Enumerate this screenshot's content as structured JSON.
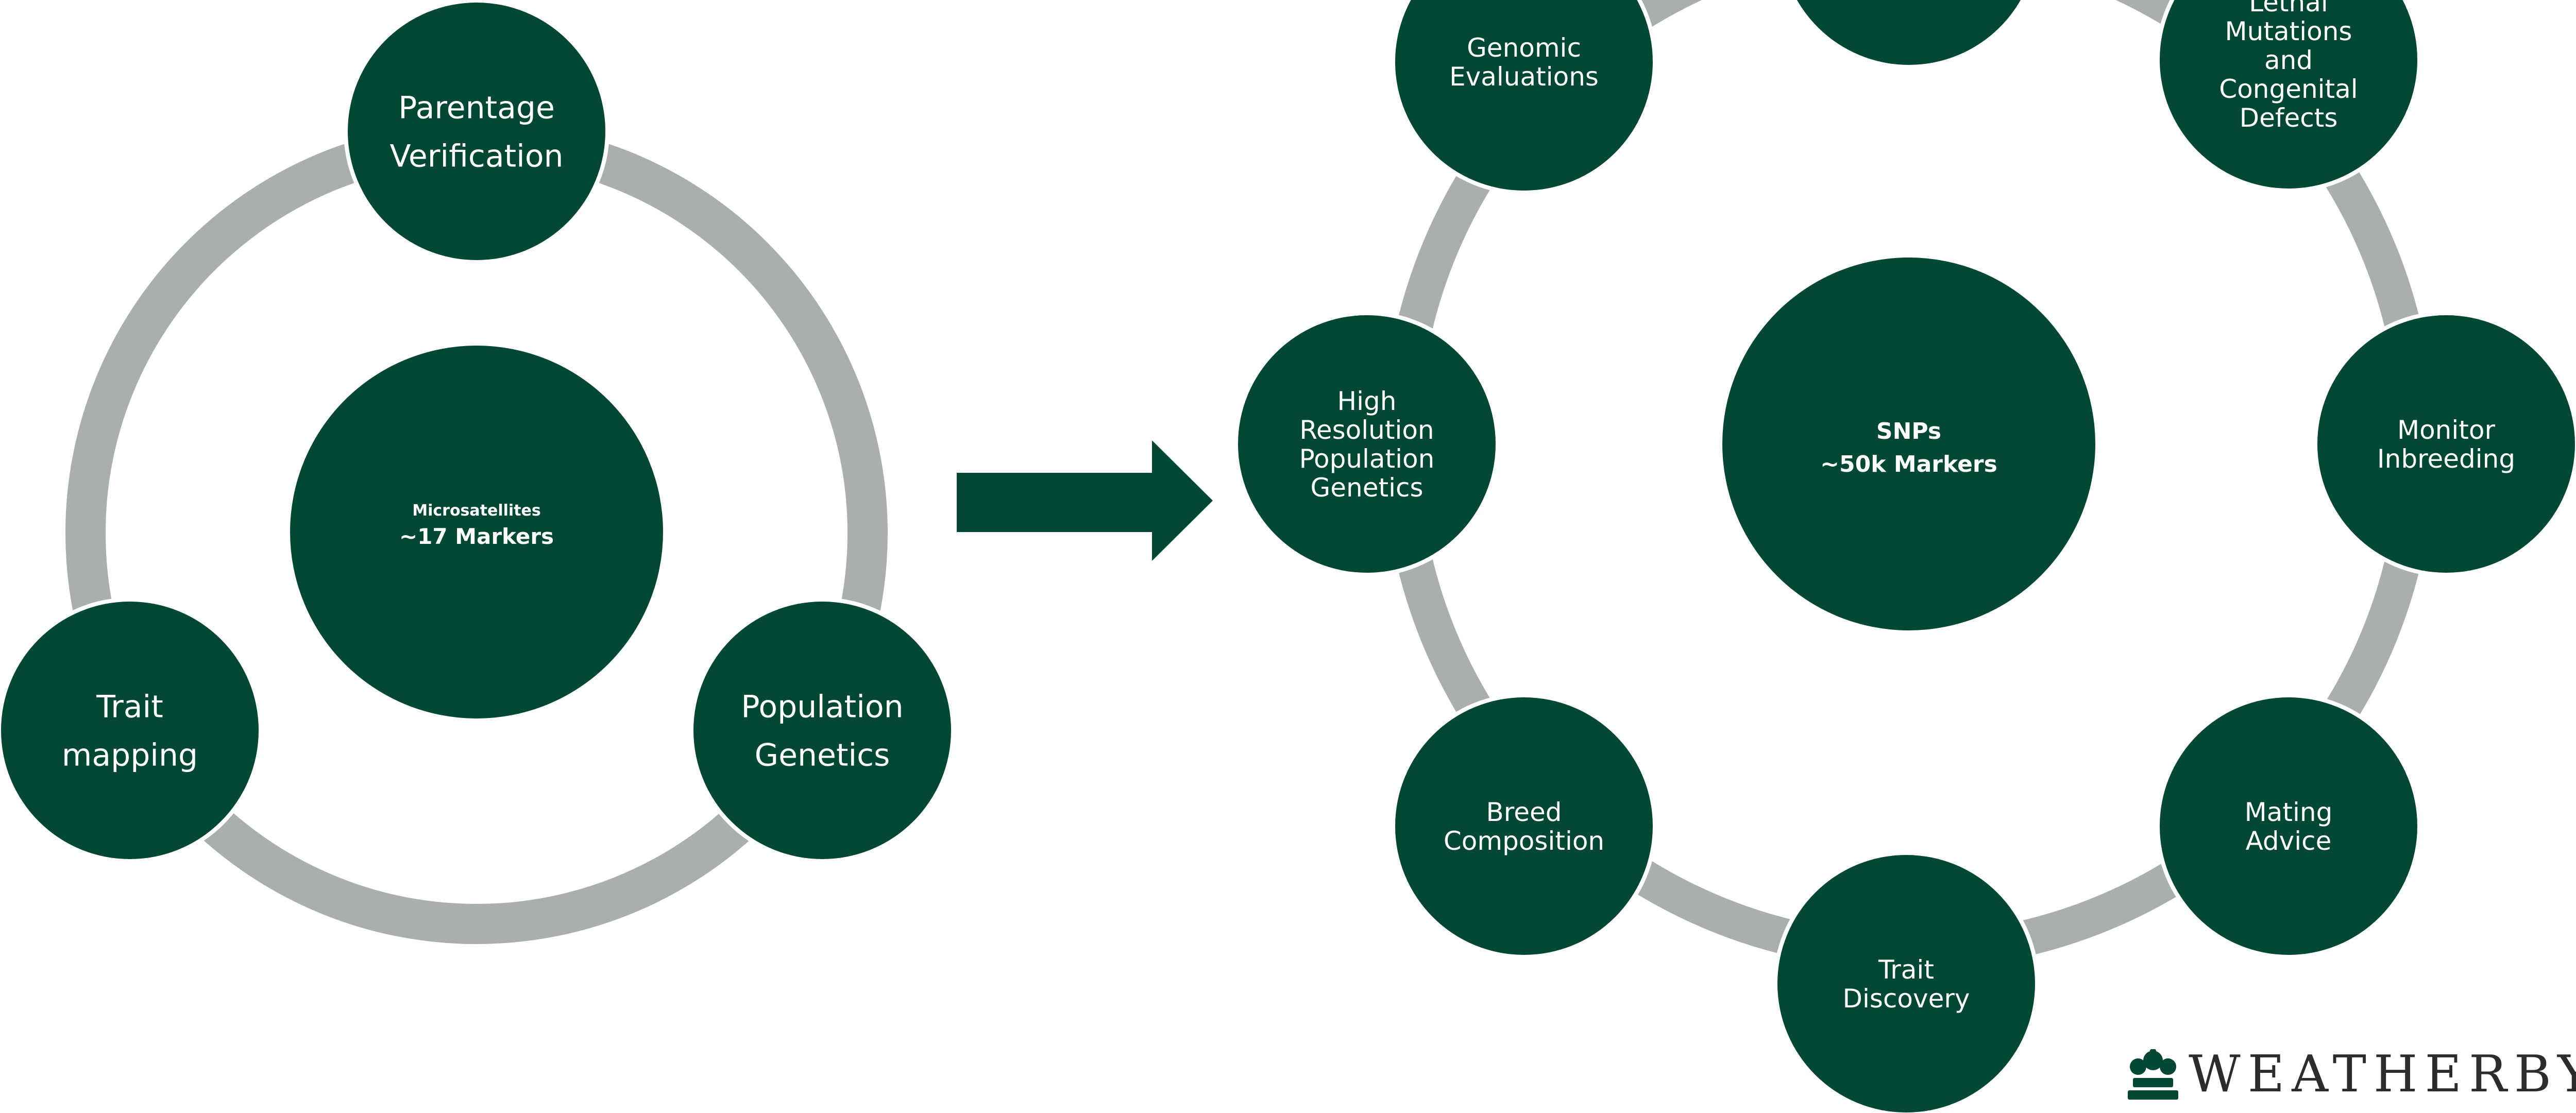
{
  "colors": {
    "node_fill": "#004834",
    "ring": "#a9b0ab",
    "arrow": "#004834",
    "text": "#ffffff",
    "brand_text": "#2b2d2c"
  },
  "before": {
    "hub": {
      "lines": [
        "Microsatellites",
        "~17 Markers"
      ]
    },
    "nodes": [
      {
        "id": "parentage-verification",
        "lines": [
          "Parentage",
          "Verification"
        ]
      },
      {
        "id": "population-genetics",
        "lines": [
          "Population",
          "Genetics"
        ]
      },
      {
        "id": "trait-mapping",
        "lines": [
          "Trait",
          "mapping"
        ]
      }
    ]
  },
  "after": {
    "hub": {
      "lines": [
        "SNPs",
        "~50k Markers"
      ]
    },
    "nodes": [
      {
        "id": "top",
        "lines": []
      },
      {
        "id": "lethal-mutations",
        "lines": [
          "Lethal",
          "Mutations",
          "and",
          "Congenital",
          "Defects"
        ]
      },
      {
        "id": "monitor-inbreeding",
        "lines": [
          "Monitor",
          "Inbreeding"
        ]
      },
      {
        "id": "mating-advice",
        "lines": [
          "Mating",
          "Advice"
        ]
      },
      {
        "id": "trait-discovery",
        "lines": [
          "Trait",
          "Discovery"
        ]
      },
      {
        "id": "breed-composition",
        "lines": [
          "Breed",
          "Composition"
        ]
      },
      {
        "id": "high-resolution",
        "lines": [
          "High",
          "Resolution",
          "Population",
          "Genetics"
        ]
      },
      {
        "id": "genomic-evaluations",
        "lines": [
          "Genomic",
          "Evaluations"
        ]
      }
    ]
  },
  "arrow": {
    "icon": "right-arrow-icon"
  },
  "brand": {
    "name": "WEATHERBYS",
    "icon": "crown-crest-icon"
  }
}
